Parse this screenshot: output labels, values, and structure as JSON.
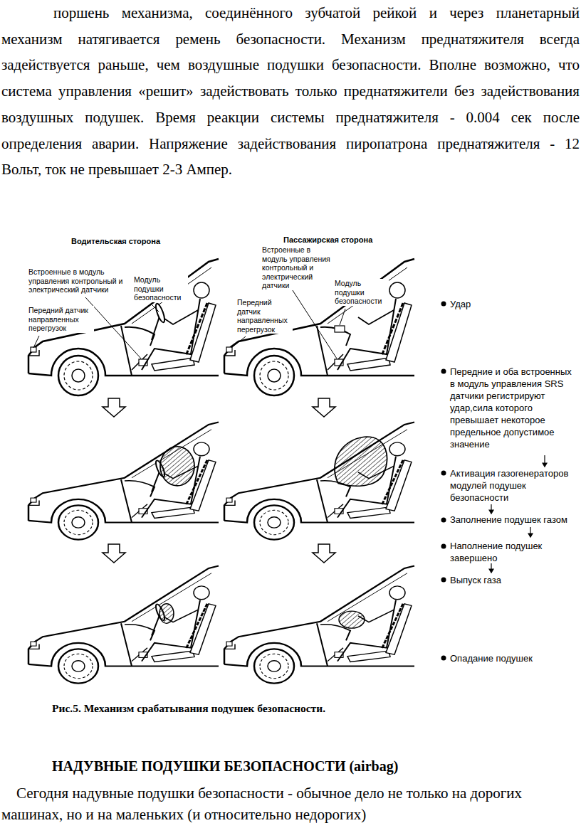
{
  "diagram": {
    "caption": "Рис.5. Механизм срабатывания подушек безопасности.",
    "labels": [
      "поршень механизма, соединённого зубчатой рейкой и через планетарный механизм натягивается ремень безопасности. Механизм преднатяжителя всегда задействуется раньше, чем воздушные подушки безопасности. Вполне возможно, что система управления «решит» задействовать только преднатяжители без задействования воздушных подушек. Время реакции системы преднатяжителя - 0.004 сек после определения аварии. Напряжение задействования пиропатрона преднатяжителя - 12 Вольт, ток не превышает 2-3 Ампер.",
      "Водительская сторона",
      "Пассажирская сторона",
      "Встроенные в модуль управления контрольный и электрический датчики",
      "Модуль подушки безопасности",
      "Передний датчик направленных перегрузок",
      "Встроенные в модуль управления контрольный и электрический датчики",
      "Модуль подушки безопасности",
      "Передний датчик направленных перегрузок",
      "Удар",
      "Передние и оба встроенных в модуль управления SRS датчики регистрируют удар,сила которого превышает некоторое предельное допустимое значение",
      "Активация газогенераторов модулей подушек безопасности",
      "Заполнение подушек газом",
      "Наполнение подушек завершено",
      "Выпуск газа",
      "Опадание подушек",
      "НАДУВНЫЕ ПОДУШКИ БЕЗОПАСНОСТИ (airbag)",
      "Сегодня надувные подушки безопасности - обычное дело не только на дорогих машинах, но и на маленьких (и относительно недорогих)"
    ]
  }
}
